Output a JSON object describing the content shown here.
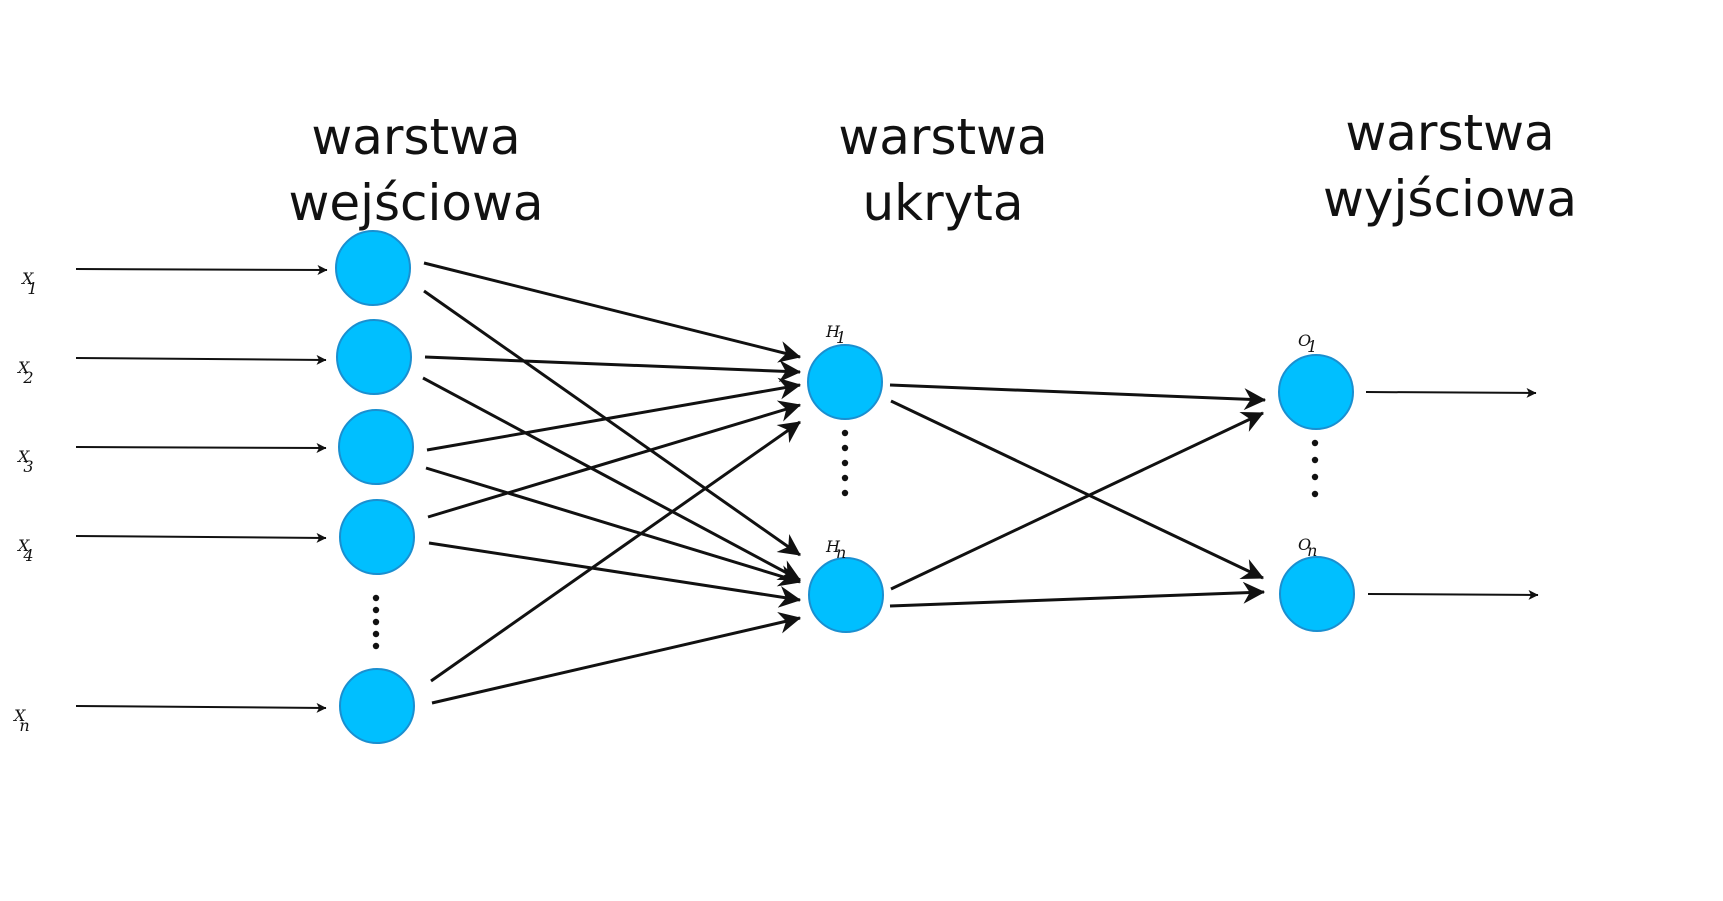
{
  "titles": {
    "input": [
      "warstwa",
      "wejściowa"
    ],
    "hidden": [
      "warstwa",
      "ukryta"
    ],
    "output": [
      "warstwa",
      "wyjściowa"
    ]
  },
  "inputs": [
    {
      "base": "X",
      "sub": "1"
    },
    {
      "base": "X",
      "sub": "2"
    },
    {
      "base": "X",
      "sub": "3"
    },
    {
      "base": "X",
      "sub": "4"
    },
    {
      "base": "X",
      "sub": "n"
    }
  ],
  "hidden": [
    {
      "base": "H",
      "sub": "1"
    },
    {
      "base": "H",
      "sub": "n"
    }
  ],
  "outputs": [
    {
      "base": "O",
      "sub": "1"
    },
    {
      "base": "O",
      "sub": "n"
    }
  ],
  "colors": {
    "node_fill": "#00bfff",
    "node_stroke": "#1a8fd0",
    "line": "#111111",
    "text": "#111111"
  }
}
